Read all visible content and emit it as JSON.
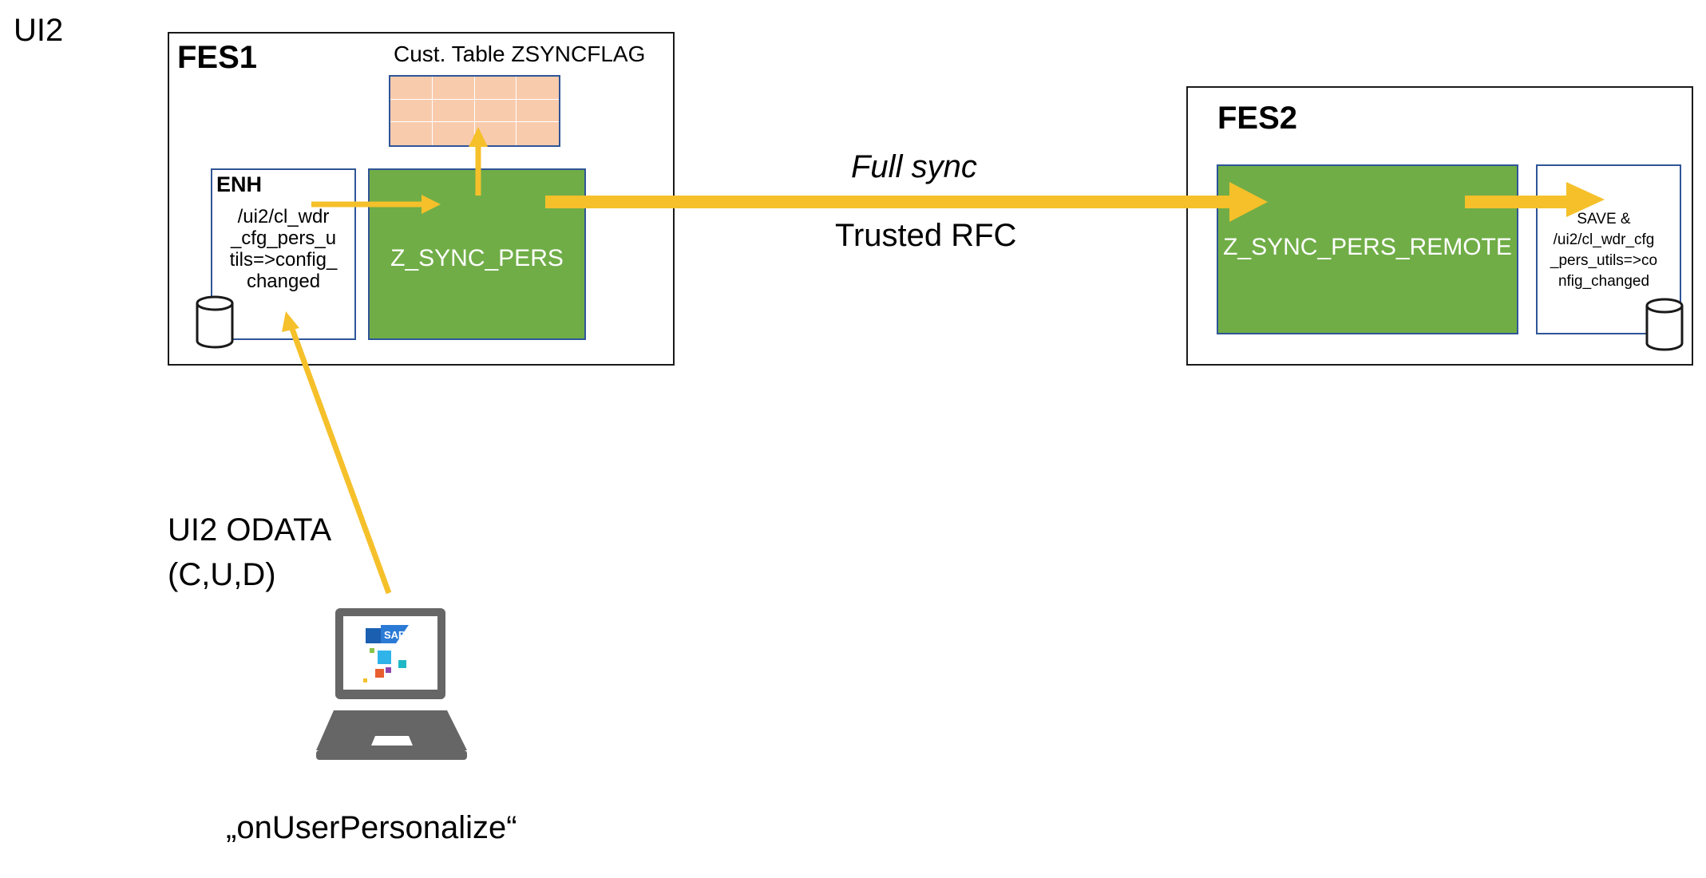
{
  "corner_label": "UI2",
  "fes1": {
    "title": "FES1",
    "table_label": "Cust. Table ZSYNCFLAG",
    "enh_title": "ENH",
    "enh_text_lines": [
      "/ui2/cl_wdr",
      "_cfg_pers_u",
      "tils=>config_",
      "changed"
    ],
    "sync_block": "Z_SYNC_PERS"
  },
  "connection": {
    "top_label": "Full sync",
    "bottom_label": "Trusted RFC"
  },
  "fes2": {
    "title": "FES2",
    "remote_block": "Z_SYNC_PERS_REMOTE",
    "save_text_lines": [
      "SAVE &",
      "/ui2/cl_wdr_cfg",
      "_pers_utils=>co",
      "nfig_changed"
    ]
  },
  "client": {
    "odata_lines": [
      "UI2 ODATA",
      "(C,U,D)"
    ],
    "laptop_logo": "SAP",
    "event_label": "„onUserPersonalize“"
  },
  "colors": {
    "arrow": "#f5c02a",
    "green_block": "#70ad47",
    "table_fill": "#f8cbad",
    "blue_border": "#2f5597",
    "laptop_gray": "#666666"
  }
}
